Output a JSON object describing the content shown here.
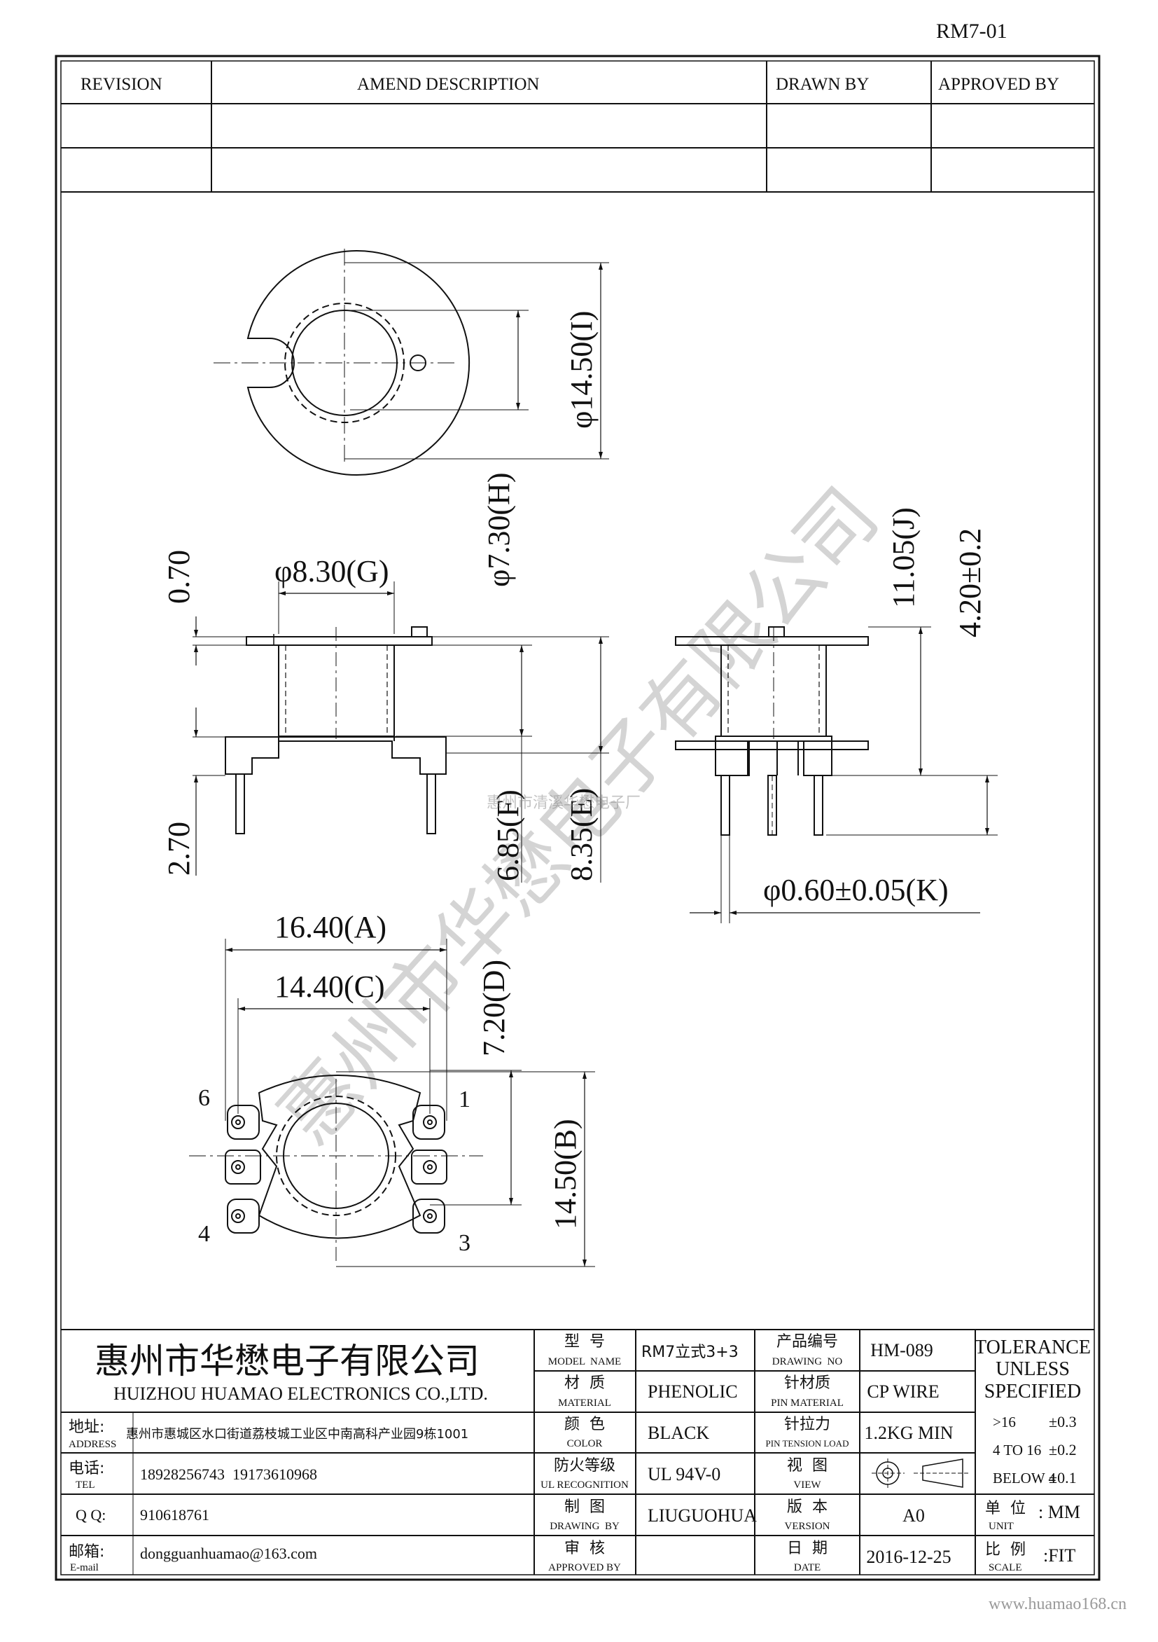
{
  "drawing_id": "RM7-01",
  "revision_table": {
    "headers": [
      "REVISION",
      "AMEND DESCRIPTION",
      "DRAWN BY",
      "APPROVED BY"
    ]
  },
  "top_view": {
    "outer_diameter": "φ14.50(I)",
    "inner_diameter": "φ7.30(H)"
  },
  "front_view": {
    "flange_thickness": "0.70",
    "winding_diameter": "φ8.30(G)",
    "base_height": "2.70",
    "winding_height": "6.85(F)",
    "total_height": "8.35(E)"
  },
  "side_view": {
    "overall_height": "11.05(J)",
    "pin_length": "4.20±0.2",
    "pin_diameter": "φ0.60±0.05(K)"
  },
  "bottom_view": {
    "overall_width": "16.40(A)",
    "pin_span": "14.40(C)",
    "pin_row_spacing": "7.20(D)",
    "overall_depth": "14.50(B)",
    "pin_labels": {
      "p1": "1",
      "p3": "3",
      "p4": "4",
      "p6": "6"
    }
  },
  "watermark": {
    "company_diagonal": "惠州市华懋电子有限公司",
    "company_small": "惠州市清溪华懋电子厂"
  },
  "title_block": {
    "company_cn": "惠州市华懋电子有限公司",
    "company_en": "HUIZHOU HUAMAO ELECTRONICS CO.,LTD.",
    "address_label_cn": "地址:",
    "address_label_en": "ADDRESS",
    "address_value": "惠州市惠城区水口街道荔枝城工业区中南高科产业园9栋1001",
    "tel_label_cn": "电话:",
    "tel_label_en": "TEL",
    "tel_value": "18928256743  19173610968",
    "qq_label": "Q Q:",
    "qq_value": "910618761",
    "email_label_cn": "邮箱:",
    "email_label_en": "E-mail",
    "email_value": "dongguanhuamao@163.com",
    "model_label_cn": "型  号",
    "model_label_en": "MODEL  NAME",
    "model_value": "RM7立式3+3",
    "drawing_no_label_cn": "产品编号",
    "drawing_no_label_en": "DRAWING  NO",
    "drawing_no_value": "HM-089",
    "material_label_cn": "材  质",
    "material_label_en": "MATERIAL",
    "material_value": "PHENOLIC",
    "pin_material_label_cn": "针材质",
    "pin_material_label_en": "PIN MATERIAL",
    "pin_material_value": "CP WIRE",
    "color_label_cn": "颜  色",
    "color_label_en": "COLOR",
    "color_value": "BLACK",
    "pin_tension_label_cn": "针拉力",
    "pin_tension_label_en": "PIN TENSION LOAD",
    "pin_tension_value": "1.2KG MIN",
    "ul_label_cn": "防火等级",
    "ul_label_en": "UL RECOGNITION",
    "ul_value": "UL 94V-0",
    "view_label_cn": "视  图",
    "view_label_en": "VIEW",
    "drawn_label_cn": "制  图",
    "drawn_label_en": "DRAWING  BY",
    "drawn_value": "LIUGUOHUA",
    "version_label_cn": "版  本",
    "version_label_en": "VERSION",
    "version_value": "A0",
    "approved_label_cn": "审  核",
    "approved_label_en": "APPROVED BY",
    "date_label_cn": "日  期",
    "date_label_en": "DATE",
    "date_value": "2016-12-25",
    "tolerance_title": [
      "TOLERANCE",
      "UNLESS",
      "SPECIFIED"
    ],
    "tolerance_rows": [
      {
        "range": ">16",
        "value": "±0.3"
      },
      {
        "range": "4 TO 16",
        "value": "±0.2"
      },
      {
        "range": "BELOW 4",
        "value": "±0.1"
      }
    ],
    "unit_label_cn": "单  位",
    "unit_label_en": "UNIT",
    "unit_value": ": MM",
    "scale_label_cn": "比  例",
    "scale_label_en": "SCALE",
    "scale_value": ":FIT"
  },
  "footer_url": "www.huamao168.cn"
}
